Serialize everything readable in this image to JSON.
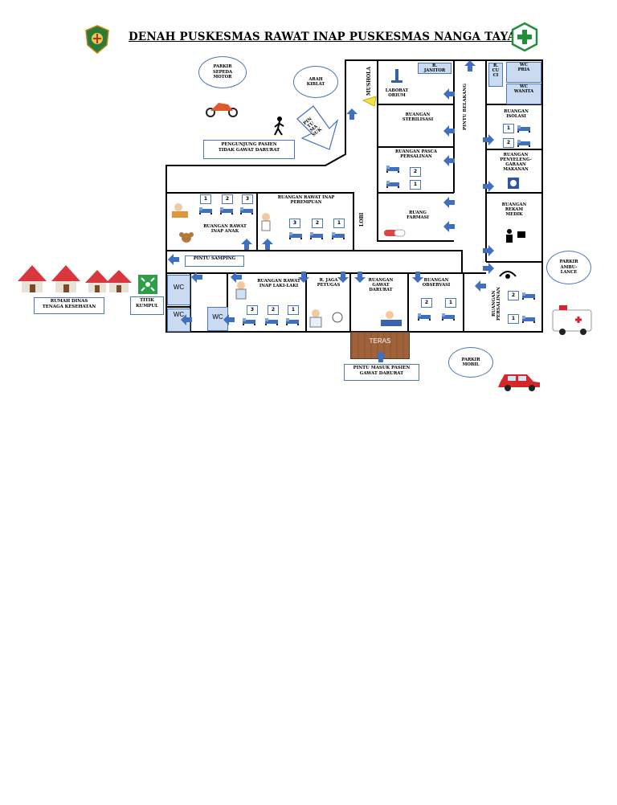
{
  "title": "DENAH PUSKESMAS RAWAT INAP PUSKESMAS NANGA TAYAP",
  "labels": {
    "parkir_motor": "PARKIR\nSEPEDA\nMOTOR",
    "arah_kiblat": "ARAH\nKIBLAT",
    "pintu_masuk": "PIN\nTU\nMA\nSUK",
    "pengunjung": "PENGUNJUNG PASIEN\nTIDAK GAWAT DARURAT",
    "musholla": "MUSHOLA",
    "r_janitor": "R.\nJANITOR",
    "lab": "LABORAT\nORIUM",
    "sterilisasi": "RUANGAN\nSTERILISASI",
    "pasca_persalinan": "RUANGAN PASCA\nPERSALINAN",
    "farmasi": "RUANG\nFARMASI",
    "lobi": "LOBI",
    "pintu_belakang": "PINTU BELAKANG",
    "r_cuci": "R.\nCU\nCI",
    "wc_pria": "WC\nPRIA",
    "wc_wanita": "WC\nWANITA",
    "isolasi": "RUANGAN\nISOLASI",
    "gizi": "RUANGAN\nPENYELENG-\nGARAAN\nMAKANAN",
    "rekam_medik": "RUANGAN\nREKAM\nMEDIK",
    "parkir_ambulance": "PARKIR\nAMBU-\nLANCE",
    "persalinan": "RUANGAN\nPERSALINAN",
    "rawat_anak": "RUANGAN RAWAT\nINAP ANAK",
    "rawat_perempuan": "RUANGAN RAWAT INAP\nPEREMPUAN",
    "pintu_samping": "PINTU SAMPING",
    "rawat_laki": "RUANGAN RAWAT\nINAP LAKI-LAKI",
    "jaga_petugas": "R. JAGA\nPETUGAS",
    "gawat_darurat": "RUANGAN\nGAWAT\nDARURAT",
    "observasi": "RUANGAN\nOBSERVASI",
    "teras": "TERAS",
    "pintu_ugd": "PINTU MASUK PASIEN\nGAWAT DARURAT",
    "parkir_mobil": "PARKIR\nMOBIL",
    "rumah_dinas": "RUMAH DINAS\nTENAGA KESEHATAN",
    "titik_kumpul": "TITIK\nKUMPUL",
    "wc": "WC"
  },
  "bed_numbers": {
    "anak": [
      "1",
      "2",
      "3"
    ],
    "perempuan": [
      "3",
      "2",
      "1"
    ],
    "laki": [
      "3",
      "2",
      "1"
    ],
    "pasca": [
      "2",
      "1"
    ],
    "isolasi": [
      "1",
      "2"
    ],
    "observasi": [
      "2",
      "1"
    ],
    "persalinan": [
      "2",
      "1"
    ]
  },
  "colors": {
    "arrow": "#3f6fc1",
    "wall": "#000000",
    "wc_fill": "#c9daf1",
    "teras": "#a0623a",
    "roof": "#d9363e",
    "exit_green": "#2e9e48"
  },
  "icons": [
    "hospital-logo-icon",
    "health-cross-icon",
    "motorcycle-icon",
    "walking-person-icon",
    "car-icon",
    "ambulance-icon",
    "house-icon",
    "assembly-point-icon"
  ]
}
